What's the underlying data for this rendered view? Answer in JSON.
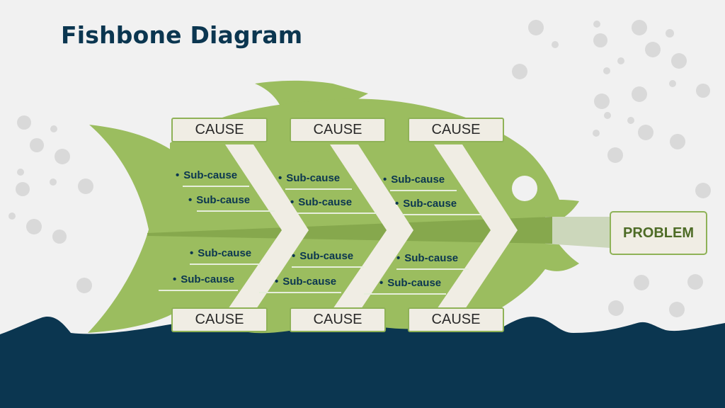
{
  "title": "Fishbone Diagram",
  "problem": "PROBLEM",
  "causes_top": [
    "CAUSE",
    "CAUSE",
    "CAUSE"
  ],
  "causes_bottom": [
    "CAUSE",
    "CAUSE",
    "CAUSE"
  ],
  "subcauses": [
    [
      "Sub-cause",
      "Sub-cause",
      "Sub-cause",
      "Sub-cause"
    ],
    [
      "Sub-cause",
      "Sub-cause",
      "Sub-cause",
      "Sub-cause"
    ],
    [
      "Sub-cause",
      "Sub-cause",
      "Sub-cause",
      "Sub-cause"
    ]
  ],
  "colors": {
    "background": "#f1f1f1",
    "fish": "#9bbd5f",
    "sea": "#0b3650",
    "bubbles": "#d9d9d9",
    "bone": "#f0ede4",
    "title": "#0b3650",
    "problem_text": "#4d6b25"
  }
}
